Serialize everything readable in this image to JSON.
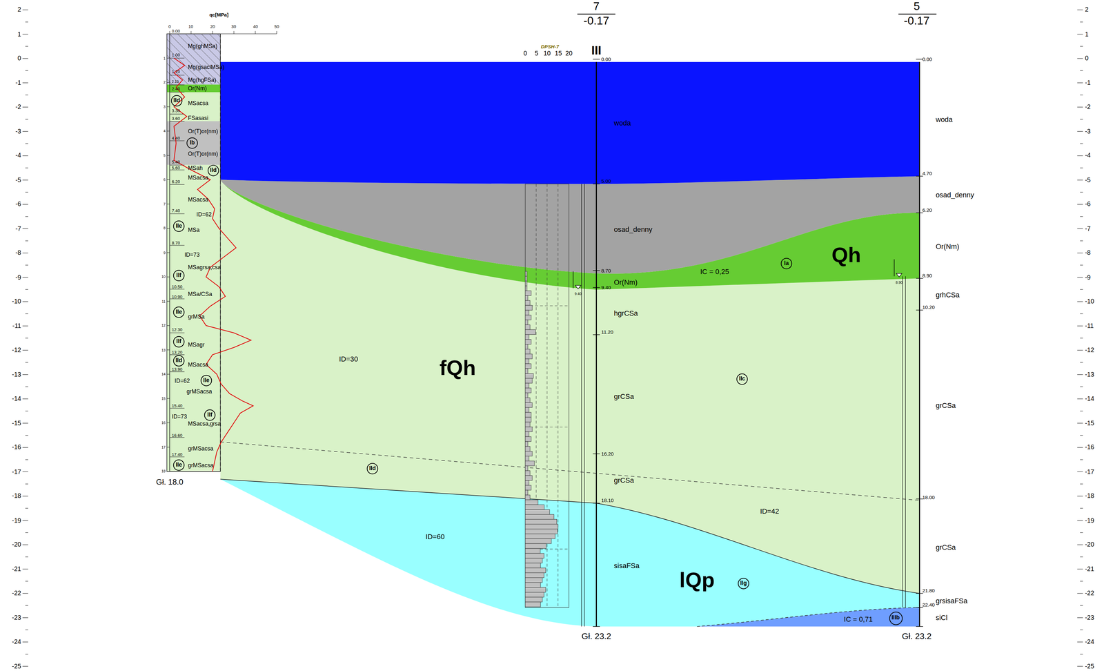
{
  "diagram": {
    "nodes": [
      {
        "text": [
          "IId"
        ]
      },
      {
        "text": [
          "Ib"
        ]
      },
      {
        "text": [
          "IId"
        ]
      },
      {
        "text": [
          "IIe"
        ]
      },
      {
        "text": [
          "IIf"
        ]
      },
      {
        "text": [
          "IIe"
        ]
      },
      {
        "text": [
          "IIf"
        ]
      },
      {
        "text": [
          "IId"
        ]
      },
      {
        "text": [
          "IIe"
        ]
      },
      {
        "text": [
          "IIf"
        ]
      },
      {
        "text": [
          "IIe"
        ]
      },
      {
        "text": [
          "Ia"
        ]
      },
      {
        "text": [
          "IIc"
        ]
      },
      {
        "text": [
          "IId"
        ]
      },
      {
        "text": [
          "IIg"
        ]
      },
      {
        "text": [
          "IIIb"
        ]
      }
    ],
    "labels": [
      "2",
      "1",
      "0",
      "-1",
      "-2",
      "-3",
      "-4",
      "-5",
      "-6",
      "-7",
      "-8",
      "-9",
      "-10",
      "-11",
      "-12",
      "-13",
      "-14",
      "-15",
      "-16",
      "-17",
      "-18",
      "-19",
      "-20",
      "-21",
      "-22",
      "-23",
      "-24",
      "-25",
      "2",
      "1",
      "0",
      "-1",
      "-2",
      "-3",
      "-4",
      "-5",
      "-6",
      "-7",
      "-8",
      "-9",
      "-10",
      "-11",
      "-12",
      "-13",
      "-14",
      "-15",
      "-16",
      "-17",
      "-18",
      "-19",
      "-20",
      "-21",
      "-22",
      "-23",
      "-24",
      "-25",
      "1",
      "2",
      "3",
      "4",
      "5",
      "6",
      "7",
      "8",
      "9",
      "10",
      "11",
      "12",
      "13",
      "14",
      "15",
      "16",
      "17",
      "18",
      "7",
      "-0.17",
      "5",
      "-0.17",
      "III",
      "DPSH-7",
      "0",
      "5",
      "10",
      "15",
      "20",
      "qc[MPa]",
      "0",
      "10",
      "20",
      "30",
      "40",
      "50",
      "0.00",
      "Mg(ghMSa)",
      "1.00",
      "Mg(gsaclMSa)",
      "1.70",
      "Mg(hgFSa)",
      "2.10",
      "2.40",
      "Or(Nm)",
      "MSacsa",
      "3.30",
      "3.60",
      "FSasasi",
      "Or(T)or(nm)",
      "4.40",
      "Or(T)or(nm)",
      "5.40",
      "5.60",
      "MSah",
      "MSacsa",
      "6.20",
      "MSacsa",
      "7.40",
      "ID=62",
      "MSa",
      "8.70",
      "ID=73",
      "MSagrsa,csa",
      "10.50",
      "10.90",
      "MSa/CSa",
      "grMSa",
      "12.30",
      "MSagr",
      "13.20",
      "MSacsa",
      "13.90",
      "ID=62",
      "grMSacsa",
      "15.40",
      "ID=73",
      "MSacsa,grsa",
      "16.60",
      "grMSacsa",
      "17.40",
      "grMSacsa",
      "Gł. 18.0",
      "0.00",
      "0.00",
      "woda",
      "woda",
      "5.00",
      "4.70",
      "osad_denny",
      "osad_denny",
      "6.20",
      "Or(Nm)",
      "IC = 0,25",
      "Qh",
      "8.70",
      "8.90",
      "8.90",
      "Or(Nm)",
      "9.40",
      "9.40",
      "grhCSa",
      "10.20",
      "hgrCSa",
      "11.20",
      "ID=30",
      "fQh",
      "grCSa",
      "grCSa",
      "16.20",
      "grCSa",
      "18.10",
      "18.00",
      "ID=42",
      "ID=60",
      "grCSa",
      "sisaFSa",
      "lQp",
      "21.80",
      "grsisaFSa",
      "22.40",
      "siCl",
      "IC = 0,71",
      "Gł. 23.2",
      "Gł. 23.2"
    ]
  }
}
